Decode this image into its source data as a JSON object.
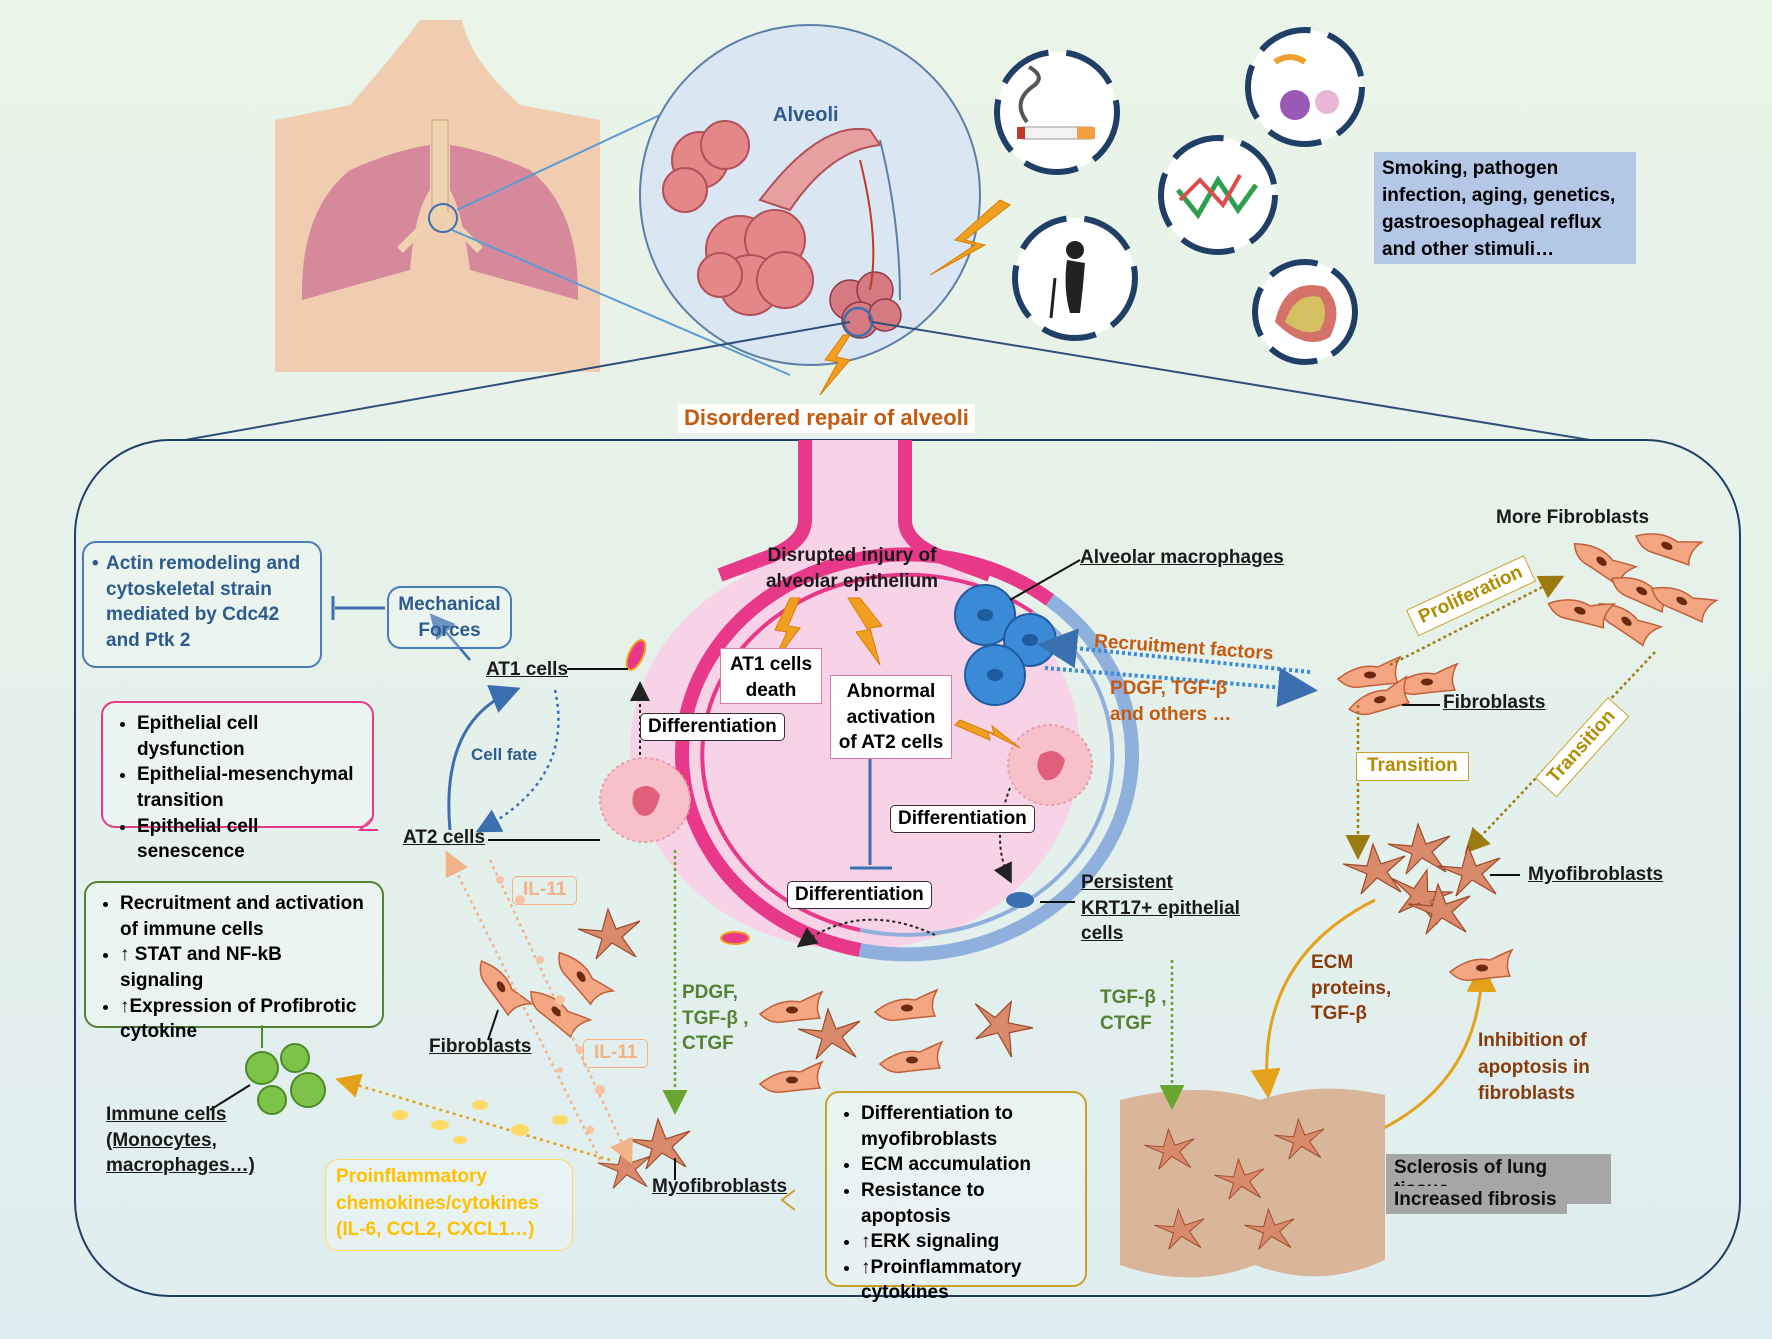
{
  "top": {
    "alveoli_label": "Alveoli",
    "stimuli_text": "Smoking, pathogen infection, aging, genetics, gastroesophageal reflux and other stimuli…",
    "disordered_repair": "Disordered repair of alveoli"
  },
  "left": {
    "actin_box": "Actin remodeling and cytoskeletal strain mediated by Cdc42 and Ptk 2",
    "mechanical_forces": "Mechanical Forces",
    "at1_cells": "AT1 cells",
    "cell_fate": "Cell fate",
    "at2_cells": "AT2 cells",
    "epithelial_items": [
      "Epithelial cell dysfunction",
      "Epithelial-mesenchymal transition",
      "Epithelial cell senescence"
    ],
    "immune_items": [
      "Recruitment and activation of immune cells",
      "↑ STAT and NF-kB signaling",
      "↑Expression of Profibrotic cytokine"
    ],
    "il11_top": "IL-11",
    "il11_bottom": "IL-11",
    "fibroblasts": "Fibroblasts",
    "immune_cells": "Immune cells (Monocytes, macrophages…)",
    "proinflammatory": "Proinflammatory chemokines/cytokines (IL-6, CCL2, CXCL1…)"
  },
  "center": {
    "disrupted_injury": "Disrupted injury of alveolar epithelium",
    "at1_death": "AT1 cells death",
    "abnormal_activation": "Abnormal activation of AT2 cells",
    "differentiation_left": "Differentiation",
    "differentiation_right": "Differentiation",
    "differentiation_bottom": "Differentiation",
    "growth_factors": "PDGF, TGF-β , CTGF",
    "myofibroblasts": "Myofibroblasts",
    "myo_items": [
      "Differentiation to myofibroblasts",
      "ECM accumulation",
      "Resistance to apoptosis",
      "↑ERK signaling",
      "↑Proinflammatory cytokines"
    ]
  },
  "right": {
    "alveolar_macrophages": "Alveolar macrophages",
    "recruitment_factors": "Recruitment factors",
    "pdgf_tgf": "PDGF, TGF-β and others …",
    "more_fibroblasts": "More Fibroblasts",
    "proliferation": "Proliferation",
    "fibroblasts": "Fibroblasts",
    "transition_left": "Transition",
    "transition_right": "Transition",
    "myofibroblasts": "Myofibroblasts",
    "krt17": "Persistent KRT17+ epithelial cells",
    "tgf_ctgf": "TGF-β , CTGF",
    "ecm": "ECM proteins, TGF-β",
    "inhibition": "Inhibition of apoptosis in fibroblasts",
    "sclerosis": "Sclerosis of lung tissue",
    "fibrosis": "Increased fibrosis"
  },
  "colors": {
    "pink_membrane": "#e8388a",
    "blue_membrane": "#8fb0dc",
    "arrow_blue": "#3a6fb0",
    "orange_text": "#c55a11",
    "green_text": "#548235",
    "gold": "#ffc000"
  }
}
